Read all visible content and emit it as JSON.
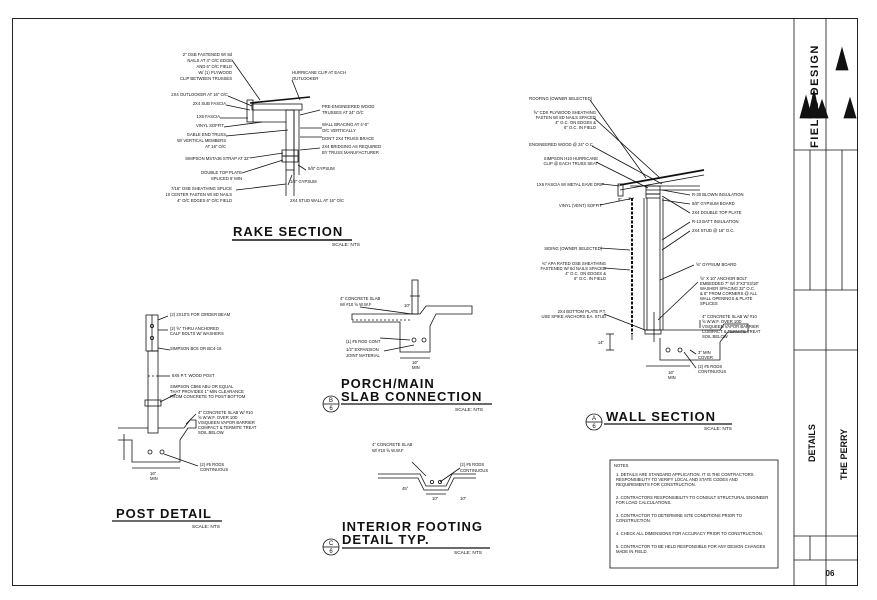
{
  "title_block": {
    "firm": "FIELDS DESIGN",
    "sheet_title": "DETAILS",
    "project": "THE PERRY",
    "sheet_number": "06"
  },
  "details": {
    "rake": {
      "title": "RAKE SECTION",
      "scale": "SCALE: NTS",
      "notes": [
        "2\" OSB FASTENED W/ 8d",
        "NAILS AT 4\" O/C EDGE",
        "AND 6\" O/C FIELD",
        "W/ (1) PLYWOOD",
        "CLIP BETWEEN TRUSSES",
        "2X4 OUTLOOKER AT 16\" O/C",
        "2X4 SUB FASCIA",
        "1X6 FASCIA",
        "VINYL SOFFIT",
        "GABLE END TRUSS",
        "W/ VERTICAL MEMBERS",
        "AT 16\" O/C",
        "SIMPSON MSTA36 STRAP AT 32\"",
        "DOUBLE TOP PLATE",
        "SPLICED 6' MIN",
        "7/16\" OSB SHEATHING SPLICE",
        "10 CENTER FASTEN W/ 8D NAILS",
        "4\" O/C EDGES 6\" O/C FIELD",
        "HURRICANE CLIP AT EACH",
        "OUTLOOKER",
        "PRE-ENGINEERED WOOD",
        "TRUSSES AT 24\" O/C",
        "WALL BRACING AT 4'-0\"",
        "O/C VERTICALLY",
        "DON'T 2X4 TRUSS BRACE",
        "2X4 BRIDGING AS REQUIRED",
        "BY TRUSS MANUFACTURER",
        "5/8\" GYPSUM",
        "1/2\" GYPSUM",
        "2X4 STUD WALL AT 16\" O/C"
      ]
    },
    "porch": {
      "marker_letter": "B",
      "marker_sheet": "6",
      "title_line1": "PORCH/MAIN",
      "title_line2": "SLAB CONNECTION",
      "scale": "SCALE: NTS",
      "notes": [
        "4\" CONCRETE SLAB",
        "W/ #10 ⅝ W.W.F",
        "10\"",
        "(1) #5 ROD CONT",
        "1/2\" EXPANSION",
        "JOINT MATERIAL",
        "16\"",
        "MIN"
      ]
    },
    "post": {
      "title": "POST DETAIL",
      "scale": "SCALE: NTS",
      "notes": [
        "(2) 2X10'S FOR GIRDER BEAM",
        "(2) ⅝\" THRU ANCHORED",
        "CALF BOLTS W/ WASHERS",
        "SIMPSON BC6 OR BC4-16",
        "6X6 P.T. WOOD POST",
        "SIMPSON CB66 ABU OR EQUAL",
        "THAT PROVIDES 1\" MIN CLEARANCE",
        "FROM CONCRETE TO POST BOTTOM",
        "4\" CONCRETE SLAB W/ #10",
        "⅝ W.W.F. OVER 10D",
        "VISQUEEN VAPOR BARRIER",
        "COMPACT & TERMITE TREAT",
        "SOIL BELOW",
        "(2) #5 RODS",
        "CONTINUOUS",
        "16\"",
        "MIN"
      ]
    },
    "wall": {
      "marker_letter": "A",
      "marker_sheet": "6",
      "title": "WALL SECTION",
      "scale": "SCALE: NTS",
      "notes": [
        "ROOFING (OWNER SELECTED)",
        "⅝\" CDX PLYWOOD SHEATHING",
        "FASTEN W/ 8D NAILS SPACED",
        "4\" O.C. ON EDGES &",
        "6\" O.C. IN FIELD",
        "ENGINEERED WOOD @ 24\" O.C.",
        "SIMPSON H10 HURRICANE",
        "CLIP @ EACH TRUSS SEAT",
        "1X6 FASCIA W/ METAL EAVE DRIP",
        "VINYL (VENT) SOFFIT",
        "R-30 BLOWN INSULATION",
        "5/8\" GYPSUM BOARD",
        "2X4 DOUBLE TOP PLATE",
        "R-13 BATT INSULATION",
        "2X4 STUD @ 16\" O.C.",
        "SIDING (OWNER SELECTED)",
        "⅝\" GYPSUM BOARD",
        "¾\" APA RATED OSB SHEATHING",
        "FASTENED W/ 8d NAILS SPACED",
        "4\" O.C. ON EDGES &",
        "6\" O.C. IN FIELD",
        "⅝\" X 10\" ANCHOR BOLT",
        "EMBEDDED 7\" W/ 3\"X3\"X3/16\"",
        "WASHER SPACING 32\" O.C.",
        "& 8\" FROM CORNERS @ ALL",
        "WALL OPENINGS & PLATE",
        "SPLICES",
        "2X4 BOTTOM PLATE P.T.",
        "USE SPIKE ANCHORS EA. STUD",
        "4\" CONCRETE SLAB W/ #10",
        "⅝ W.W.F. OVER 10D",
        "VISQUEEN VAPOR BARRIER",
        "COMPACT & TERMITE TREAT",
        "SOIL BELOW",
        "3\" MIN",
        "COVER",
        "(2) #5 RODS",
        "CONTINUOUS",
        "16\"",
        "MIN",
        "14\"",
        "8\"",
        "1'"
      ]
    },
    "footing": {
      "marker_letter": "C",
      "marker_sheet": "6",
      "title_line1": "INTERIOR FOOTING",
      "title_line2": "DETAIL TYP.",
      "scale": "SCALE: NTS",
      "notes": [
        "4\" CONCRETE SLAB",
        "W/ #10 ⅝ W.W.F",
        "(2) #5 RODS",
        "CONTINUOUS",
        "45°",
        "10\"",
        "10\""
      ]
    }
  },
  "general_notes": {
    "heading": "NOTES",
    "items": [
      "1. DETAILS ARE STANDARD APPLICATION. IT IS THE CONTRACTORS RESPONSIBILITY TO VERIFY LOCAL AND STATE CODES AND REQUIREMENTS FOR CONSTRUCTION.",
      "2. CONTRACTORS RESPONSIBILITY TO CONSULT STRUCTURAL ENGINEER FOR LOAD CALCULATIONS.",
      "3. CONTRACTOR TO DETERMINE SITE CONDITIONS PRIOR TO CONSTRUCTION.",
      "4. CHECK ALL DIMENSIONS FOR ACCURACY PRIOR TO CONSTRUCTION.",
      "5. CONTRACTOR TO BE HELD RESPONSIBLE FOR ANY DESIGN CHANGES MADE IN FIELD."
    ]
  }
}
